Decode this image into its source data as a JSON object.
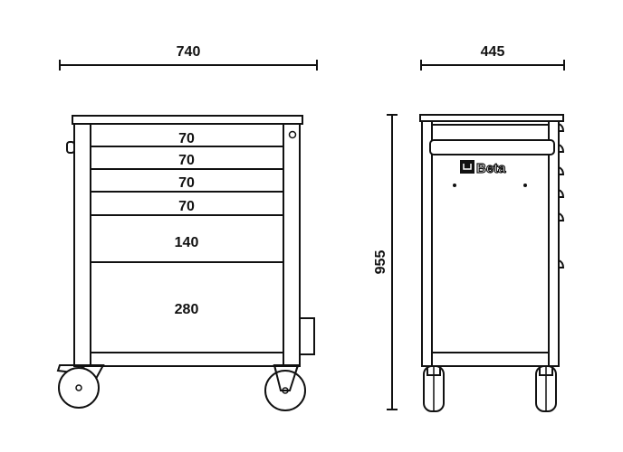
{
  "dimensions": {
    "width": "740",
    "depth": "445",
    "height": "955"
  },
  "drawers": [
    {
      "height": "70"
    },
    {
      "height": "70"
    },
    {
      "height": "70"
    },
    {
      "height": "70"
    },
    {
      "height": "140"
    },
    {
      "height": "280"
    }
  ],
  "brand": {
    "logo_text": "Beta"
  }
}
